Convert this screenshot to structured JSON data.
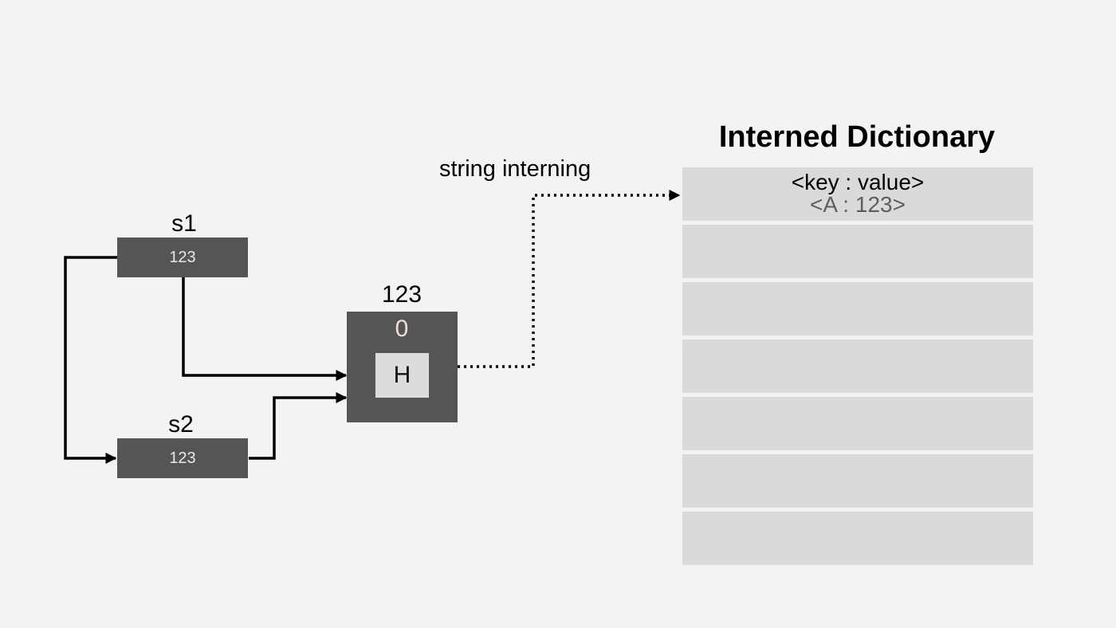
{
  "variables": [
    {
      "label": "s1",
      "value": "123"
    },
    {
      "label": "s2",
      "value": "123"
    }
  ],
  "object": {
    "label": "123",
    "refcount": "0",
    "value": "H"
  },
  "edge_label": "string interning",
  "dictionary": {
    "title": "Interned Dictionary",
    "header": "<key : value>",
    "entries": [
      "<A : 123>"
    ]
  },
  "colors": {
    "background": "#f4f3f1",
    "box_dark": "#555555",
    "value_box": "#dcdcdc",
    "dict_row": "#dadada"
  }
}
